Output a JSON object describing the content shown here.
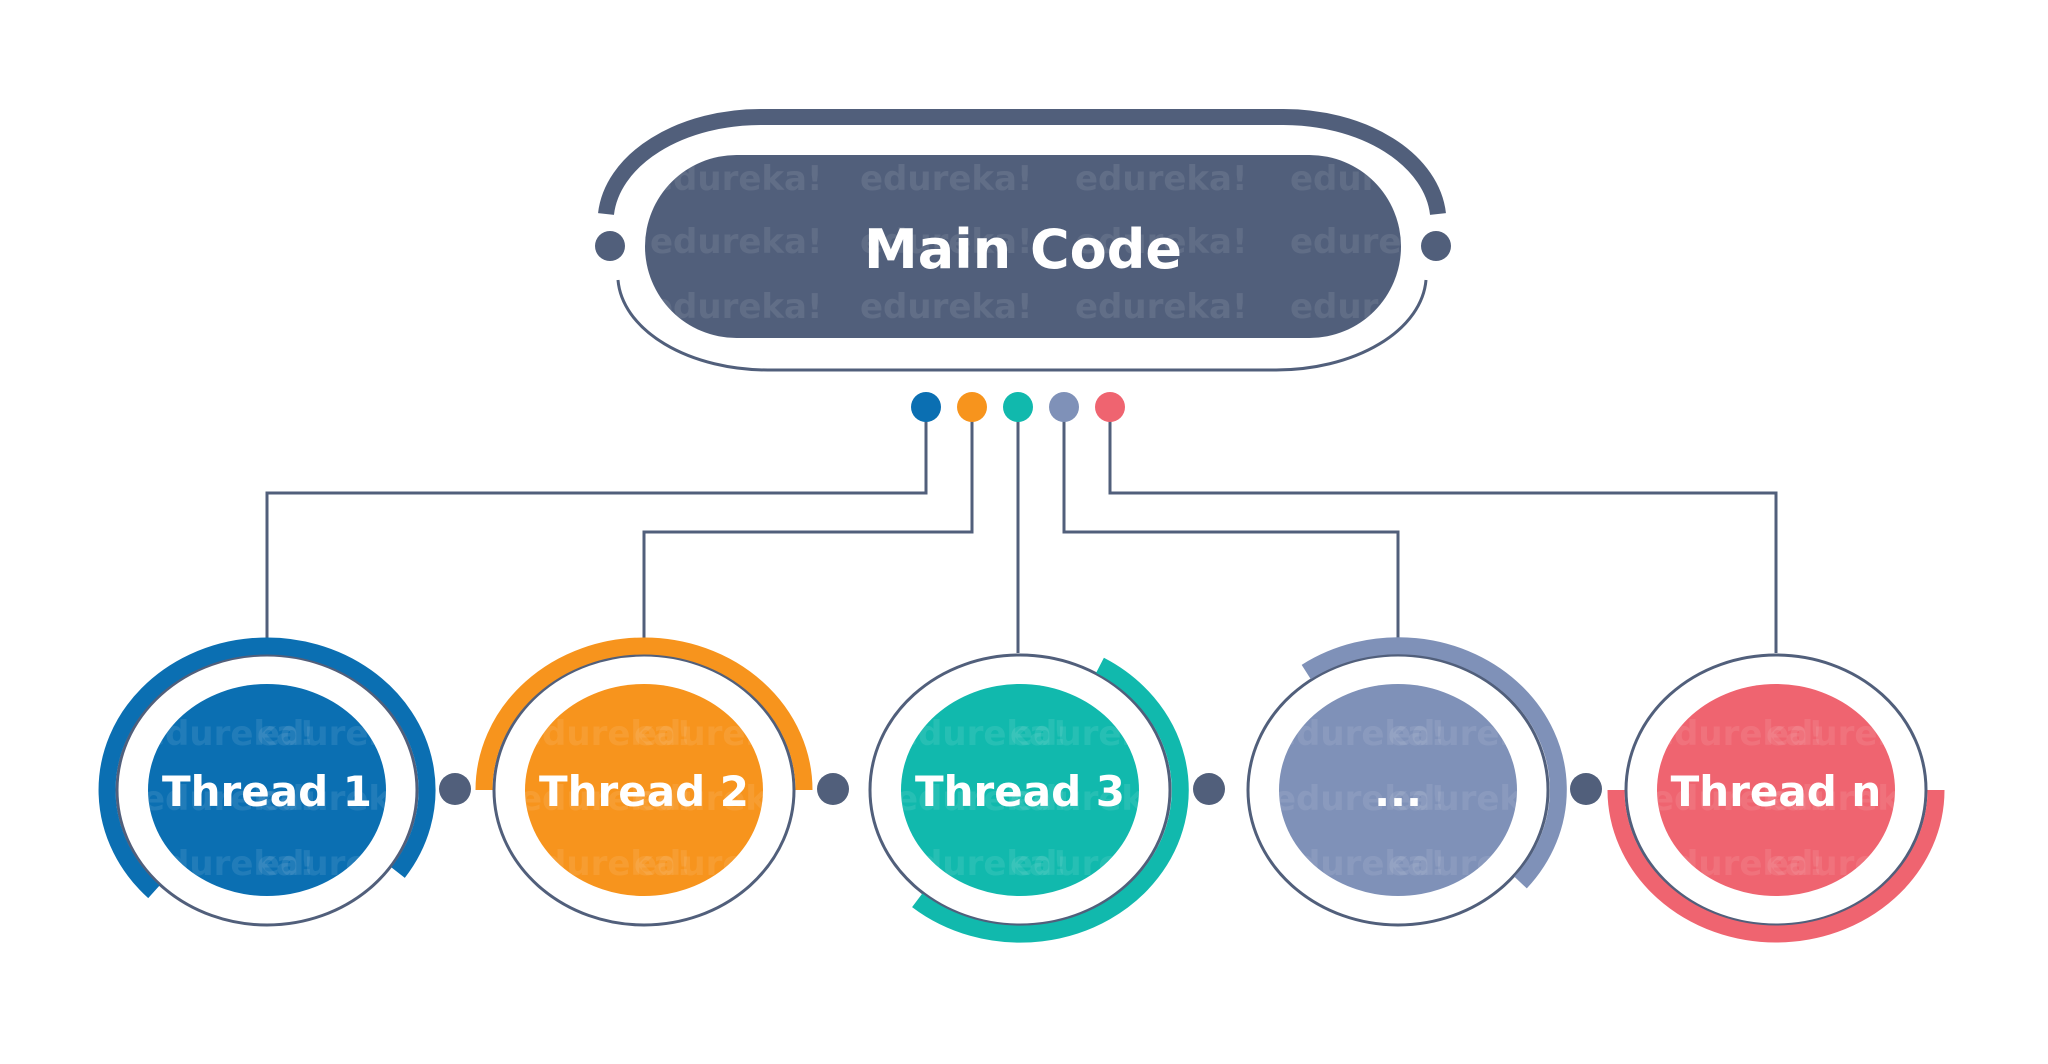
{
  "main": {
    "label": "Main Code"
  },
  "threads": [
    {
      "label": "Thread 1",
      "color": "#0b6fb2"
    },
    {
      "label": "Thread 2",
      "color": "#f7941d"
    },
    {
      "label": "Thread 3",
      "color": "#11b9ad"
    },
    {
      "label": "...",
      "color": "#7f91b8"
    },
    {
      "label": "Thread n",
      "color": "#ef6470"
    }
  ],
  "watermark": "edureka!",
  "colors": {
    "main": "#515f7b",
    "line": "#515f7b",
    "background": "#ffffff"
  }
}
